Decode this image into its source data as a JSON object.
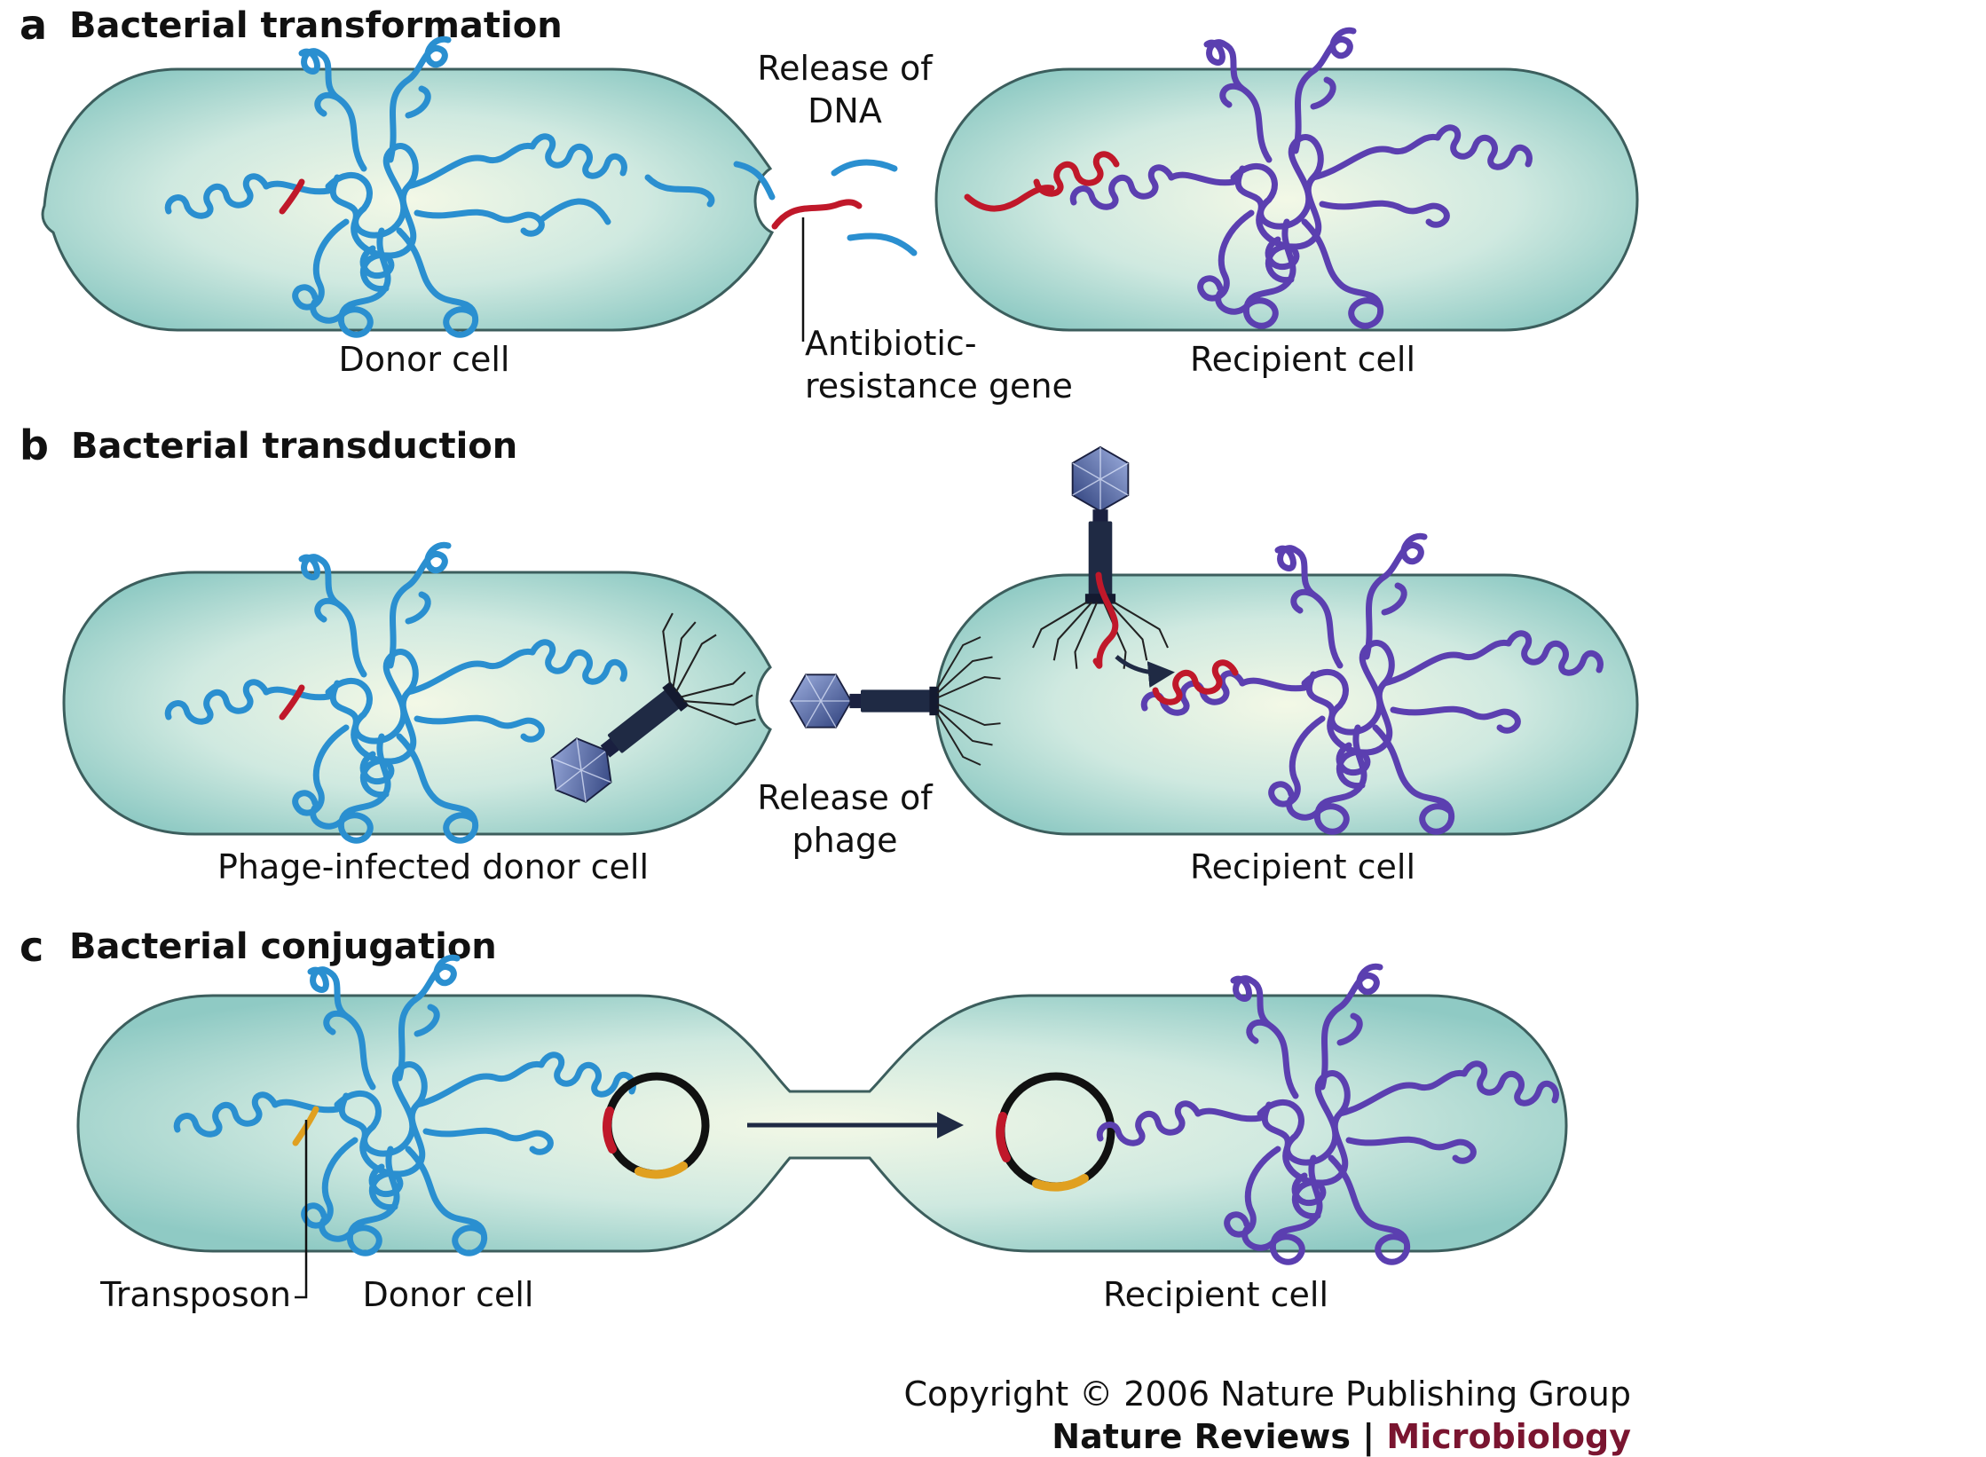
{
  "panels": [
    {
      "letter": "a",
      "title": "Bacterial transformation"
    },
    {
      "letter": "b",
      "title": "Bacterial transduction"
    },
    {
      "letter": "c",
      "title": "Bacterial conjugation"
    }
  ],
  "labels": {
    "a_donor": "Donor cell",
    "a_recipient": "Recipient cell",
    "a_release_1": "Release of",
    "a_release_2": "DNA",
    "a_gene_1": "Antibiotic-",
    "a_gene_2": "resistance gene",
    "b_donor": "Phage-infected donor cell",
    "b_recipient": "Recipient cell",
    "b_release_1": "Release of",
    "b_release_2": "phage",
    "c_transposon": "Transposon",
    "c_donor": "Donor cell",
    "c_recipient": "Recipient cell"
  },
  "footer": {
    "copyright": "Copyright © 2006 Nature Publishing Group",
    "journal": "Nature Reviews",
    "separator": " | ",
    "section": "Microbiology"
  },
  "colors": {
    "donor_dna": "#2a8fd0",
    "recipient_dna": "#5b3fb0",
    "resistance_gene": "#c0182a",
    "transposon": "#e0a020",
    "phage": "#1f2a44"
  }
}
